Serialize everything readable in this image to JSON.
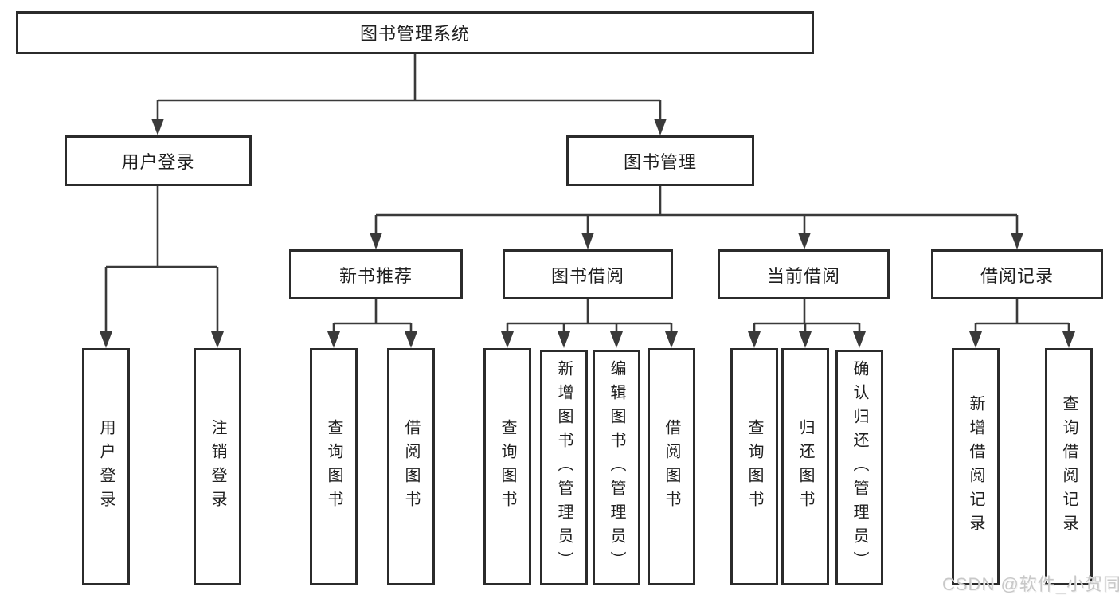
{
  "diagram": {
    "root": {
      "label": "图书管理系统"
    },
    "branches": [
      {
        "label": "用户登录",
        "children": [
          {
            "label": "用户登录"
          },
          {
            "label": "注销登录"
          }
        ]
      },
      {
        "label": "图书管理",
        "groups": [
          {
            "label": "新书推荐",
            "children": [
              {
                "label": "查询图书"
              },
              {
                "label": "借阅图书"
              }
            ]
          },
          {
            "label": "图书借阅",
            "children": [
              {
                "label": "查询图书"
              },
              {
                "label": "新增图书（管理员）"
              },
              {
                "label": "编辑图书（管理员）"
              },
              {
                "label": "借阅图书"
              }
            ]
          },
          {
            "label": "当前借阅",
            "children": [
              {
                "label": "查询图书"
              },
              {
                "label": "归还图书"
              },
              {
                "label": "确认归还（管理员）"
              }
            ]
          },
          {
            "label": "借阅记录",
            "children": [
              {
                "label": "新增借阅记录"
              },
              {
                "label": "查询借阅记录"
              }
            ]
          }
        ]
      }
    ]
  },
  "watermark": {
    "label": "CSDN @软件_小贺同学"
  },
  "colors": {
    "line": "#3a3a3a",
    "box_border": "#2b2b2b",
    "text": "#1f1f1f",
    "watermark": "#c8c8c8",
    "background": "#ffffff"
  }
}
